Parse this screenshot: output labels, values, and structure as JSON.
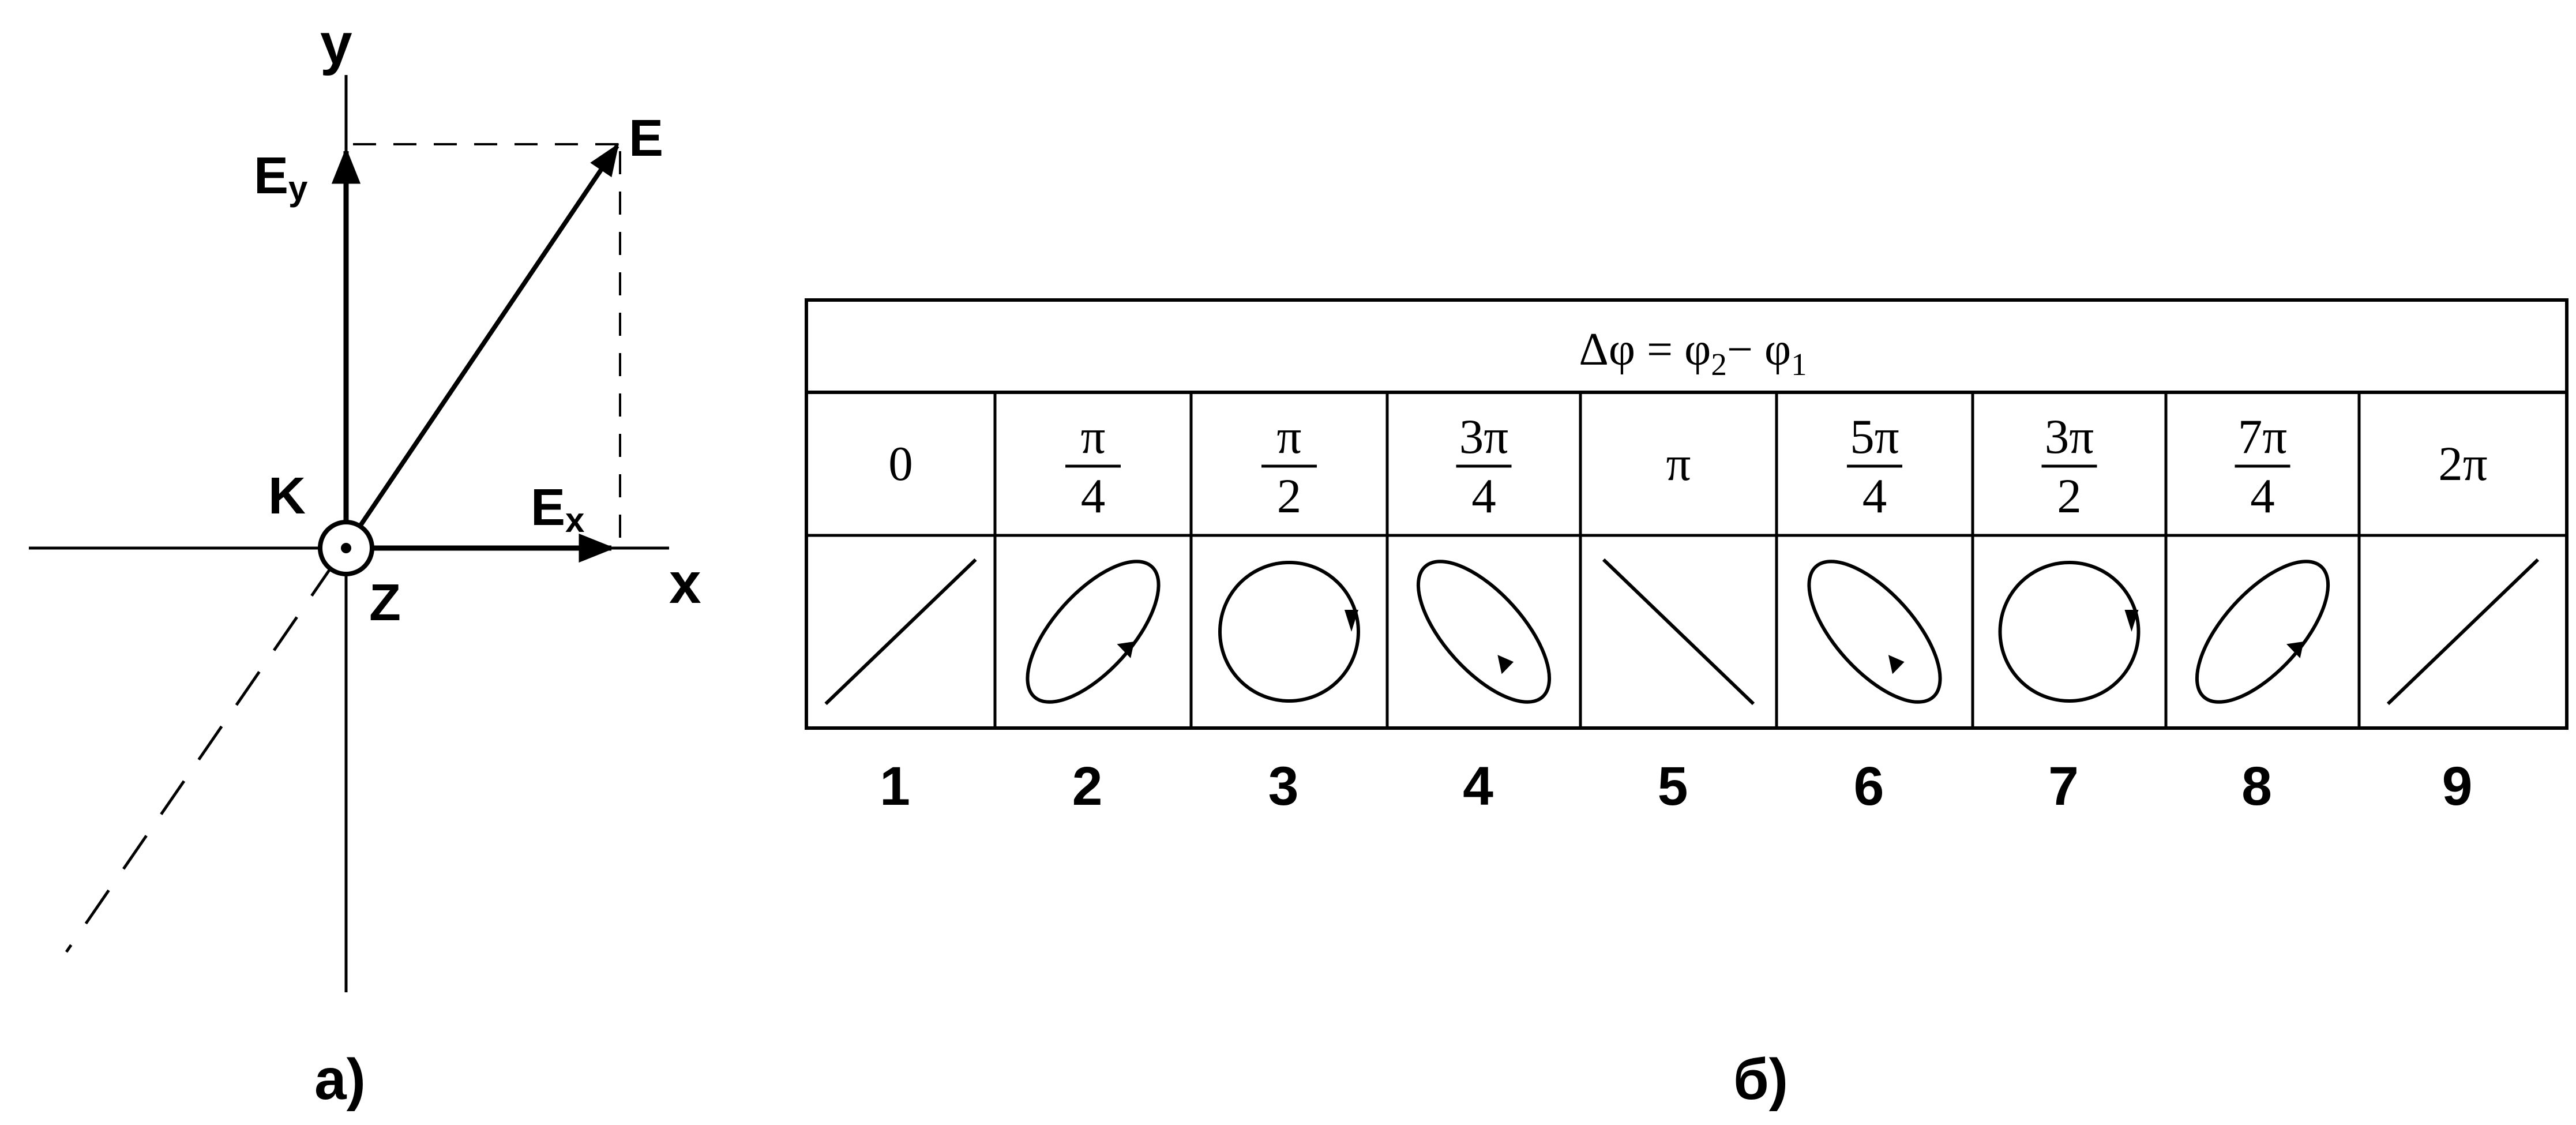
{
  "panel_a": {
    "axis_y_label": "y",
    "axis_x_label": "x",
    "vector_e_label": "E",
    "component_y_base": "E",
    "component_y_sub": "y",
    "component_x_base": "E",
    "component_x_sub": "x",
    "point_k_label": "K",
    "axis_z_label": "Z",
    "caption": "а)"
  },
  "panel_b": {
    "header": {
      "delta_phi": "Δφ",
      "equals": " = ",
      "phi": "φ",
      "sub2": "2",
      "minus": "− ",
      "sub1": "1"
    },
    "phases": [
      {
        "num": "0",
        "den": ""
      },
      {
        "num": "π",
        "den": "4"
      },
      {
        "num": "π",
        "den": "2"
      },
      {
        "num": "3π",
        "den": "4"
      },
      {
        "num": "π",
        "den": ""
      },
      {
        "num": "5π",
        "den": "4"
      },
      {
        "num": "3π",
        "den": "2"
      },
      {
        "num": "7π",
        "den": "4"
      },
      {
        "num": "2π",
        "den": ""
      }
    ],
    "polarizations": [
      "line-up-right",
      "ellipse-up-right",
      "circle",
      "ellipse-down-right",
      "line-down-right",
      "ellipse-down-right",
      "circle",
      "ellipse-up-right",
      "line-up-right"
    ],
    "column_numbers": [
      "1",
      "2",
      "3",
      "4",
      "5",
      "6",
      "7",
      "8",
      "9"
    ],
    "caption": "б)"
  }
}
